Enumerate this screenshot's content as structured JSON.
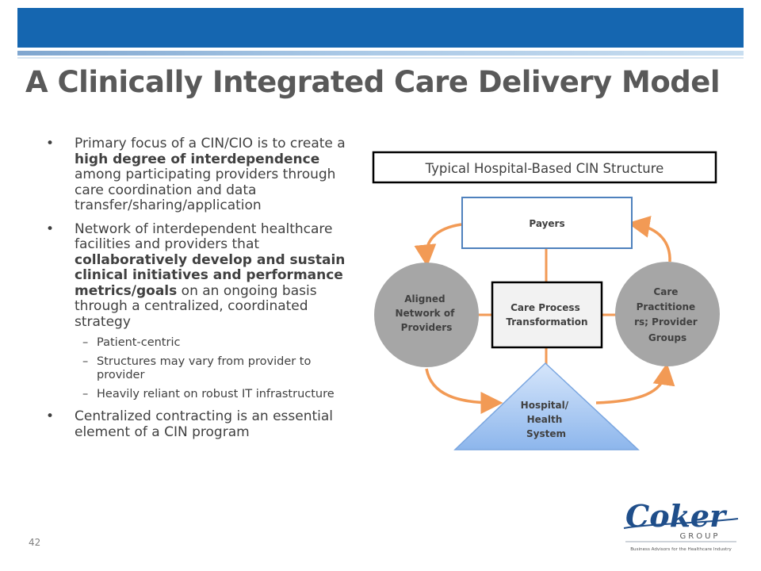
{
  "page_number": "42",
  "title": "A Clinically Integrated Care Delivery Model",
  "bullets": [
    {
      "pre": "Primary focus of a CIN/CIO is to create a ",
      "bold": "high degree of interdependence",
      "post": " among participating providers through care coordination and data transfer/sharing/application"
    },
    {
      "pre": "Network of interdependent healthcare facilities and providers that ",
      "bold": "collaboratively develop and sustain clinical initiatives and performance metrics/goals",
      "post": " on an ongoing basis through a centralized, coordinated strategy"
    }
  ],
  "sub_bullets": [
    "Patient-centric",
    "Structures may vary from provider to provider",
    "Heavily reliant on robust IT infrastructure"
  ],
  "last_bullet": "Centralized contracting is an essential element of a CIN program",
  "bullet_glyph": "•",
  "dash_glyph": "–",
  "diagram": {
    "header": "Typical Hospital-Based CIN Structure",
    "payers": "Payers",
    "center": [
      "Care Process",
      "Transformation"
    ],
    "left_circle": [
      "Aligned",
      "Network of",
      "Providers"
    ],
    "right_circle": [
      "Care",
      "Practitione",
      "rs; Provider",
      "Groups"
    ],
    "triangle": [
      "Hospital/",
      "Health",
      "System"
    ]
  },
  "logo": {
    "name": "Coker",
    "group": "GROUP",
    "tagline": "Business Advisors for the Healthcare Industry"
  },
  "colors": {
    "topbar": "#1566b0",
    "arrow": "#f29a55",
    "circle": "#a6a6a6",
    "triangle": "#9fc3f0",
    "box_border": "#4f81bd",
    "logo": "#1f4e8a"
  }
}
